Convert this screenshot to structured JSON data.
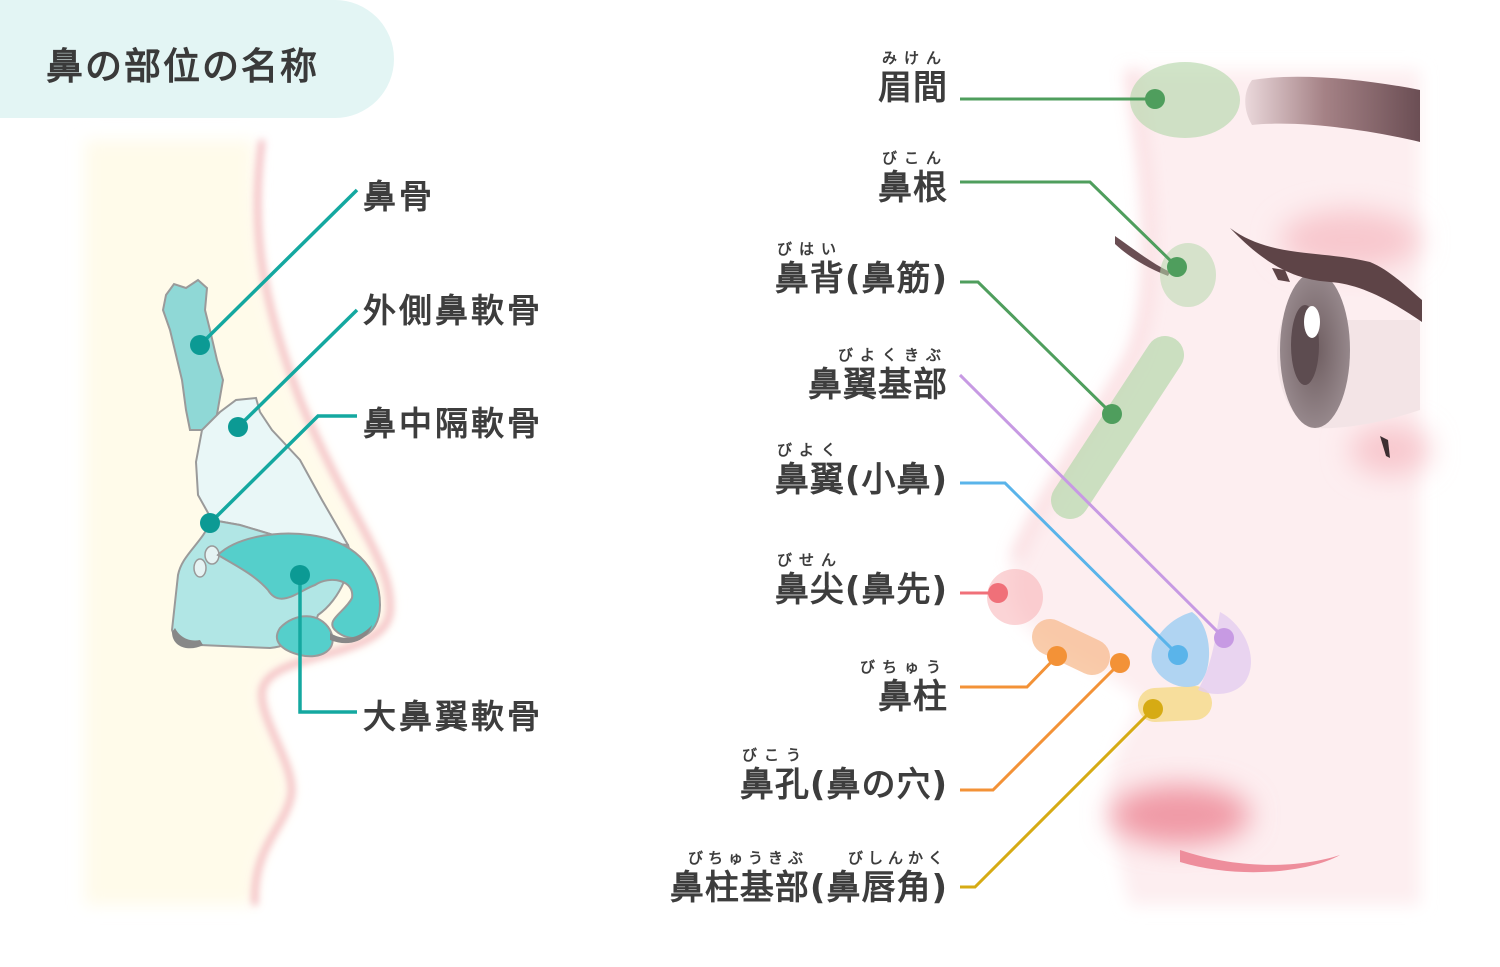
{
  "title": "鼻の部位の名称",
  "bones": [
    {
      "id": "nasal-bone",
      "label": "鼻骨"
    },
    {
      "id": "lateral-cartilage",
      "label": "外側鼻軟骨"
    },
    {
      "id": "septal-cartilage",
      "label": "鼻中隔軟骨"
    },
    {
      "id": "alar-cartilage",
      "label": "大鼻翼軟骨"
    }
  ],
  "parts": [
    {
      "id": "glabella",
      "ruby": "みけん",
      "label": "眉間",
      "color": "#4f9e5d"
    },
    {
      "id": "nasion",
      "ruby": "びこん",
      "label": "鼻根",
      "color": "#4f9e5d"
    },
    {
      "id": "dorsum",
      "ruby": "びはい",
      "label": "鼻背(鼻筋)",
      "color": "#4f9e5d"
    },
    {
      "id": "alar-base",
      "ruby": "びよくきぶ",
      "label": "鼻翼基部",
      "color": "#c79ae3"
    },
    {
      "id": "ala",
      "ruby": "びよく",
      "label": "鼻翼(小鼻)",
      "color": "#5ab4ea"
    },
    {
      "id": "tip",
      "ruby": "びせん",
      "label": "鼻尖(鼻先)",
      "color": "#f07079"
    },
    {
      "id": "columella",
      "ruby": "びちゅう",
      "label": "鼻柱",
      "color": "#f39237"
    },
    {
      "id": "nostril",
      "ruby": "びこう",
      "label": "鼻孔(鼻の穴)",
      "color": "#f39237"
    },
    {
      "id": "columella-base",
      "ruby": "びちゅうきぶ　　びしんかく",
      "label": "鼻柱基部(鼻唇角)",
      "color": "#d6ab14"
    }
  ],
  "colors": {
    "bone_line": "#14a8a0",
    "title_bg": "#e3f5f4"
  }
}
